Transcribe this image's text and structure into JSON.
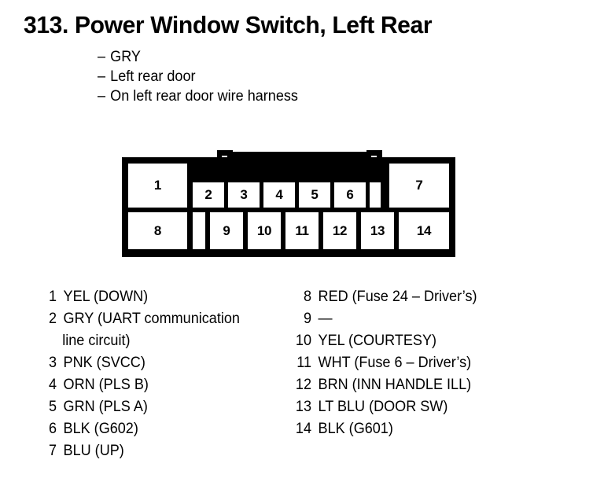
{
  "header": {
    "number": "313.",
    "title": "Power Window Switch, Left Rear",
    "full_title": "313. Power Window Switch, Left Rear",
    "dash": "–",
    "specs": [
      "GRY",
      "Left rear door",
      "On left rear door wire harness"
    ]
  },
  "connector": {
    "name": "14-pin connector face view",
    "total_pins": 14,
    "top_row": [
      "1",
      "2",
      "3",
      "4",
      "5",
      "6",
      "7"
    ],
    "bottom_row": [
      "8",
      "9",
      "10",
      "11",
      "12",
      "13",
      "14"
    ],
    "latch_label": "locking-tab"
  },
  "pins": {
    "left_column": [
      {
        "num": "1",
        "desc": "YEL (DOWN)",
        "cont": ""
      },
      {
        "num": "2",
        "desc": "GRY (UART communication",
        "cont": "line circuit)"
      },
      {
        "num": "3",
        "desc": "PNK (SVCC)",
        "cont": ""
      },
      {
        "num": "4",
        "desc": "ORN (PLS B)",
        "cont": ""
      },
      {
        "num": "5",
        "desc": "GRN (PLS A)",
        "cont": ""
      },
      {
        "num": "6",
        "desc": "BLK (G602)",
        "cont": ""
      },
      {
        "num": "7",
        "desc": "BLU (UP)",
        "cont": ""
      }
    ],
    "right_column": [
      {
        "num": "8",
        "desc": "RED (Fuse 24 – Driver’s)",
        "cont": ""
      },
      {
        "num": "9",
        "desc": "—",
        "cont": ""
      },
      {
        "num": "10",
        "desc": "YEL (COURTESY)",
        "cont": ""
      },
      {
        "num": "11",
        "desc": "WHT (Fuse 6 – Driver’s)",
        "cont": ""
      },
      {
        "num": "12",
        "desc": "BRN (INN HANDLE ILL)",
        "cont": ""
      },
      {
        "num": "13",
        "desc": "LT BLU (DOOR SW)",
        "cont": ""
      },
      {
        "num": "14",
        "desc": "BLK (G601)",
        "cont": ""
      }
    ]
  },
  "colors": {
    "ink": "#000000",
    "paper": "#ffffff"
  }
}
